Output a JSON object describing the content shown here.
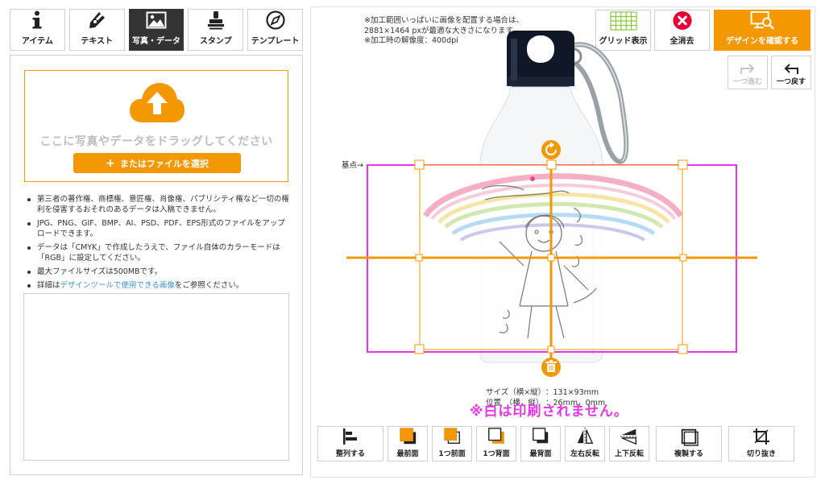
{
  "tabs": [
    {
      "id": "item",
      "label": "アイテム",
      "icon": "info-icon"
    },
    {
      "id": "text",
      "label": "テキスト",
      "icon": "pen-icon"
    },
    {
      "id": "photo",
      "label": "写真・データ",
      "icon": "image-icon",
      "active": true
    },
    {
      "id": "stamp",
      "label": "スタンプ",
      "icon": "stamp-icon"
    },
    {
      "id": "template",
      "label": "テンプレート",
      "icon": "compass-icon"
    }
  ],
  "upload": {
    "drop_text": "ここに写真やデータをドラッグしてください",
    "file_button": "またはファイルを選択"
  },
  "notes": [
    "第三者の著作権、商標権、意匠権、肖像権、パブリシティ権など一切の権利を侵害するおそれのあるデータは入稿できません。",
    "JPG、PNG、GIF、BMP、AI、PSD、PDF、EPS形式のファイルをアップロードできます。",
    "データは「CMYK」で作成したうえで、ファイル自体のカラーモードは「RGB」に設定してください。",
    "最大ファイルサイズは500MBです。"
  ],
  "note_link": {
    "prefix": "詳細は",
    "link": "デザインツールで使用できる画像",
    "suffix": "をご参照ください。"
  },
  "top_note": [
    "※加工範囲いっぱいに画像を配置する場合は、",
    "2881×1464 pxが最適な大きさになります。",
    "※加工時の解像度：400dpi"
  ],
  "top_buttons": {
    "grid": "グリッド表示",
    "clear": "全消去",
    "confirm": "デザインを確認する"
  },
  "history": {
    "redo": "一つ進む",
    "undo": "一つ戻す"
  },
  "canvas": {
    "base_label": "基点→",
    "size_key": "サイズ（横×縦）",
    "size_value": "：131×93mm",
    "pos_key": "位置　（横，縦）",
    "pos_value": "：26mm，0mm",
    "warning": "※白は印刷されません。"
  },
  "toolbar": {
    "align": "整列する",
    "front": "最前面",
    "forward": "1つ前面",
    "backward": "1つ背面",
    "back": "最背面",
    "flip_h": "左右反転",
    "flip_v": "上下反転",
    "duplicate": "複製する",
    "crop": "切り抜き"
  },
  "colors": {
    "accent": "#f39800",
    "selection": "#e436e4",
    "tab_active": "#333333",
    "clear_red": "#e60033",
    "grid_green": "#8cc63f"
  }
}
